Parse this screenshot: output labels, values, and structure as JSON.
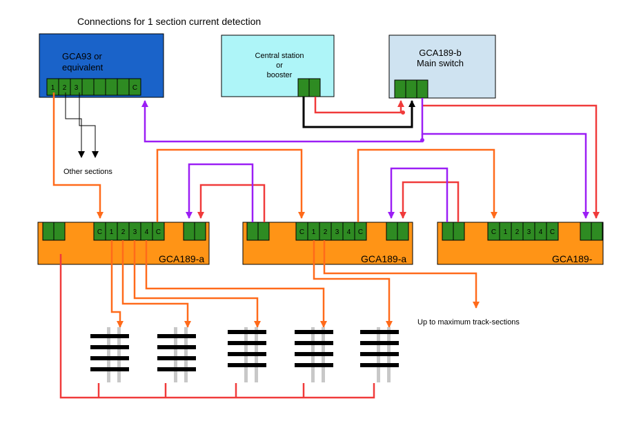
{
  "title": "Connections for 1 section current detection",
  "colors": {
    "gca93_fill": "#1a63c9",
    "central_fill": "#aef5f8",
    "main_switch_fill": "#cfe3f1",
    "gca189a_fill": "#ff9416",
    "terminal": "#2e8b22",
    "wire_orange": "#ff6a1a",
    "wire_purple": "#9b1ef5",
    "wire_red": "#f03a3a",
    "wire_black": "#000000",
    "rail": "#c8c8c8"
  },
  "gca93": {
    "line1": "GCA93 or",
    "line2": "equivalent",
    "terminals": [
      "1",
      "2",
      "3",
      "",
      "",
      "",
      "",
      "C"
    ]
  },
  "central_station": {
    "line1": "Central station",
    "line2": "or",
    "line3": "booster"
  },
  "main_switch": {
    "line1": "GCA189-b",
    "line2": "Main switch"
  },
  "boards": [
    {
      "label": "GCA189-a",
      "terminals": [
        "C",
        "1",
        "2",
        "3",
        "4",
        "C"
      ]
    },
    {
      "label": "GCA189-a",
      "terminals": [
        "C",
        "1",
        "2",
        "3",
        "4",
        "C"
      ]
    },
    {
      "label": "GCA189-",
      "terminals": [
        "C",
        "1",
        "2",
        "3",
        "4",
        "C"
      ]
    }
  ],
  "other_sections": "Other sections",
  "max_sections": "Up to maximum track-sections"
}
